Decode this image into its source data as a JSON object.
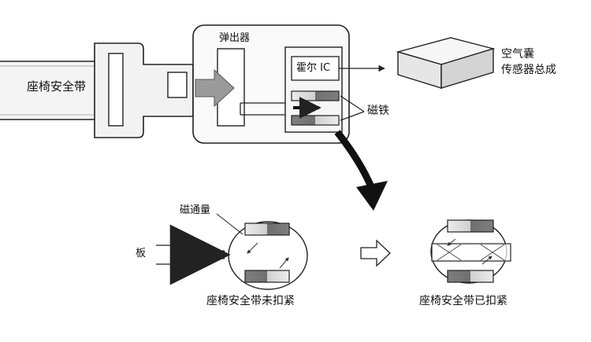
{
  "labels": {
    "belt": "座椅安全带",
    "buckle_housing": "弹出器",
    "hall_ic": "霍尔 IC",
    "airbag_line1": "空气囊",
    "airbag_line2": "传感器总成",
    "magnet": "磁铁",
    "flux": "磁通量",
    "plate": "板",
    "state_unbuckled": "座椅安全带未扣紧",
    "state_buckled": "座椅安全带已扣紧"
  },
  "colors": {
    "line": "#222222",
    "panel_fill": "#f3f3f3",
    "magnet_dark": "#7d7d7d",
    "magnet_light": "#d8d8d8",
    "arrow_fill": "#9a9a9a"
  }
}
